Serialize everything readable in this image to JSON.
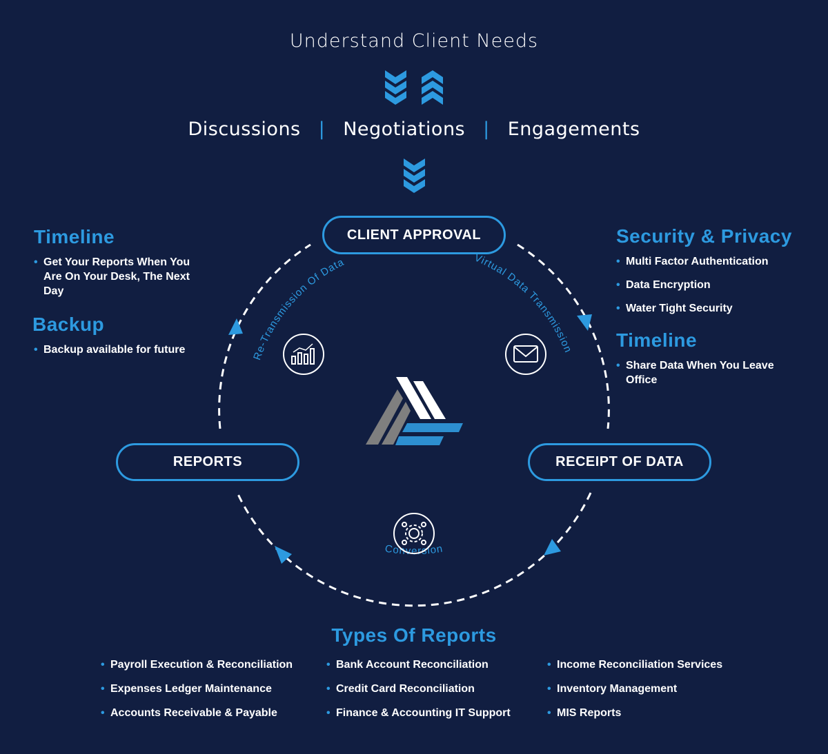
{
  "header": {
    "title": "Understand Client Needs",
    "steps": [
      "Discussions",
      "Negotiations",
      "Engagements"
    ],
    "separator": "|"
  },
  "cycle": {
    "nodes": {
      "top": "CLIENT APPROVAL",
      "left": "REPORTS",
      "right": "RECEIPT OF DATA"
    },
    "arc_labels": {
      "left": "Re-Transmission Of Data",
      "right": "Virtual Data Transmission",
      "bottom": "Conversion"
    },
    "icons": {
      "left": "chart-icon",
      "right": "envelope-icon",
      "bottom": "gear-icon"
    }
  },
  "left_panel": {
    "timeline_title": "Timeline",
    "timeline_items": [
      "Get Your Reports When You Are On Your Desk, The Next Day"
    ],
    "backup_title": "Backup",
    "backup_items": [
      "Backup available for future"
    ]
  },
  "right_panel": {
    "security_title": "Security & Privacy",
    "security_items": [
      "Multi Factor Authentication",
      "Data Encryption",
      "Water Tight Security"
    ],
    "timeline_title": "Timeline",
    "timeline_items": [
      "Share Data When You Leave Office"
    ]
  },
  "reports": {
    "title": "Types Of Reports",
    "columns": [
      [
        "Payroll Execution & Reconciliation",
        "Expenses Ledger Maintenance",
        "Accounts Receivable & Payable"
      ],
      [
        "Bank Account Reconciliation",
        "Credit Card Reconciliation",
        "Finance & Accounting IT Support"
      ],
      [
        "Income Reconciliation Services",
        "Inventory Management",
        "MIS Reports"
      ]
    ]
  },
  "colors": {
    "background": "#111e41",
    "accent": "#2d9ae0",
    "logo_gray": "#7f7f7f"
  }
}
